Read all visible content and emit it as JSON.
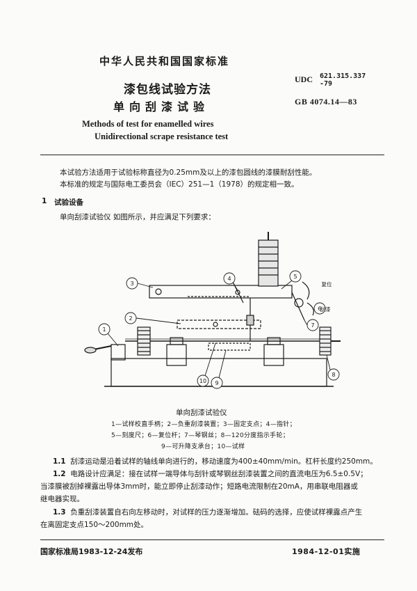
{
  "header": {
    "top_label": "中华人民共和国国家标准",
    "title_cn_1": "漆包线试验方法",
    "title_cn_2": "单向刮漆试验",
    "title_en_1": "Methods of test for enamelled wires",
    "title_en_2": "Unidirectional scrape resistance test",
    "udc_label": "UDC",
    "udc_number": "621.315.337\n-79",
    "gb_code": "GB 4074.14—83"
  },
  "intro": {
    "line_1": "本试验方法适用于试验标称直径为0.25mm及以上的漆包圆线的漆膜耐刮性能。",
    "line_2": "本标准的规定与国际电工委员会（IEC）251—1（1978）的规定相一致。"
  },
  "section_1": {
    "number": "1",
    "title": "试验设备",
    "text": "单向刮漆试验仪  如图所示，并应满足下列要求："
  },
  "figure": {
    "callouts": [
      "1",
      "2",
      "3",
      "4",
      "5",
      "6",
      "7",
      "8",
      "9",
      "10"
    ],
    "label_fuwei": "复位",
    "label_guaqi": "刮漆",
    "caption": "单向刮漆试验仪",
    "legend_line_1": "1—试样校直手柄；2—负重刮漆装置；3—固定支点；4—指针；",
    "legend_line_2": "5—刻度尺；6—复位杆；7—琴钢丝；8—120分度指示手轮；",
    "legend_line_3": "9—可升降支承台；10—试样"
  },
  "clauses": {
    "c11_num": "1.1",
    "c11_text": "刮漆运动是沿着试样的轴线单向进行的，移动速度为400±40mm/min。杠杆长度约250mm。",
    "c12_num": "1.2",
    "c12_text_a": "电路设计应满足：接在试样一端导体与刮针或琴钢丝刮漆装置之间的直流电压为6.5±0.5V；",
    "c12_text_b": "当漆膜被刮掉裸露出导体3mm时，能立即停止刮漆动作；短路电流限制在20mA，用串联电阻器或",
    "c12_text_c": "继电器实现。",
    "c13_num": "1.3",
    "c13_text_a": "负重刮漆装置自右向左移动时，对试样的压力逐渐增加。砝码的选择，应使试样裸露点产生",
    "c13_text_b": "在离固定支点150～200mm处。"
  },
  "footer": {
    "left": "国家标准局1983-12-24发布",
    "right": "1984-12-01实施"
  }
}
